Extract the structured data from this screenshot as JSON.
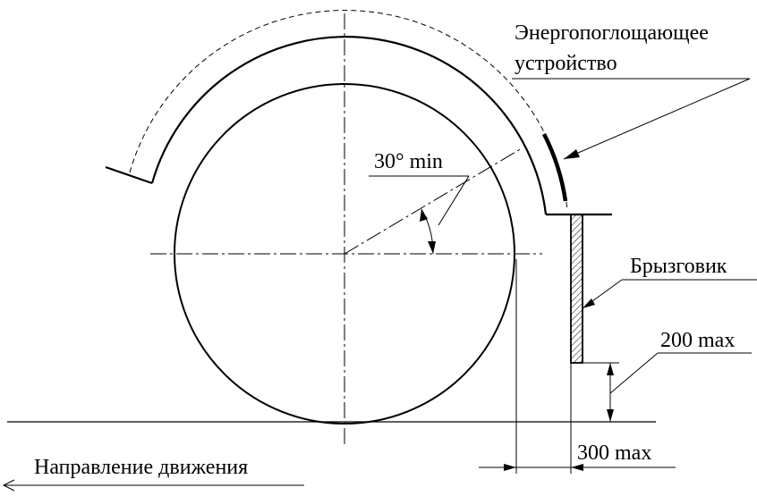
{
  "labels": {
    "energy_absorber_line1": "Энергопоглощающее",
    "energy_absorber_line2": "устройство",
    "angle": "30° min",
    "mudflap": "Брызговик",
    "gap_height": "200 max",
    "gap_width": "300 max",
    "direction": "Направление движения"
  }
}
